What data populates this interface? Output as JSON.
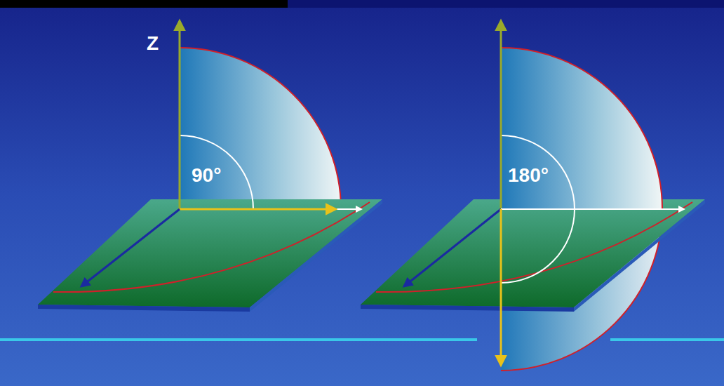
{
  "diagram": {
    "labels": [
      "Z",
      "90°",
      "180°"
    ]
  }
}
